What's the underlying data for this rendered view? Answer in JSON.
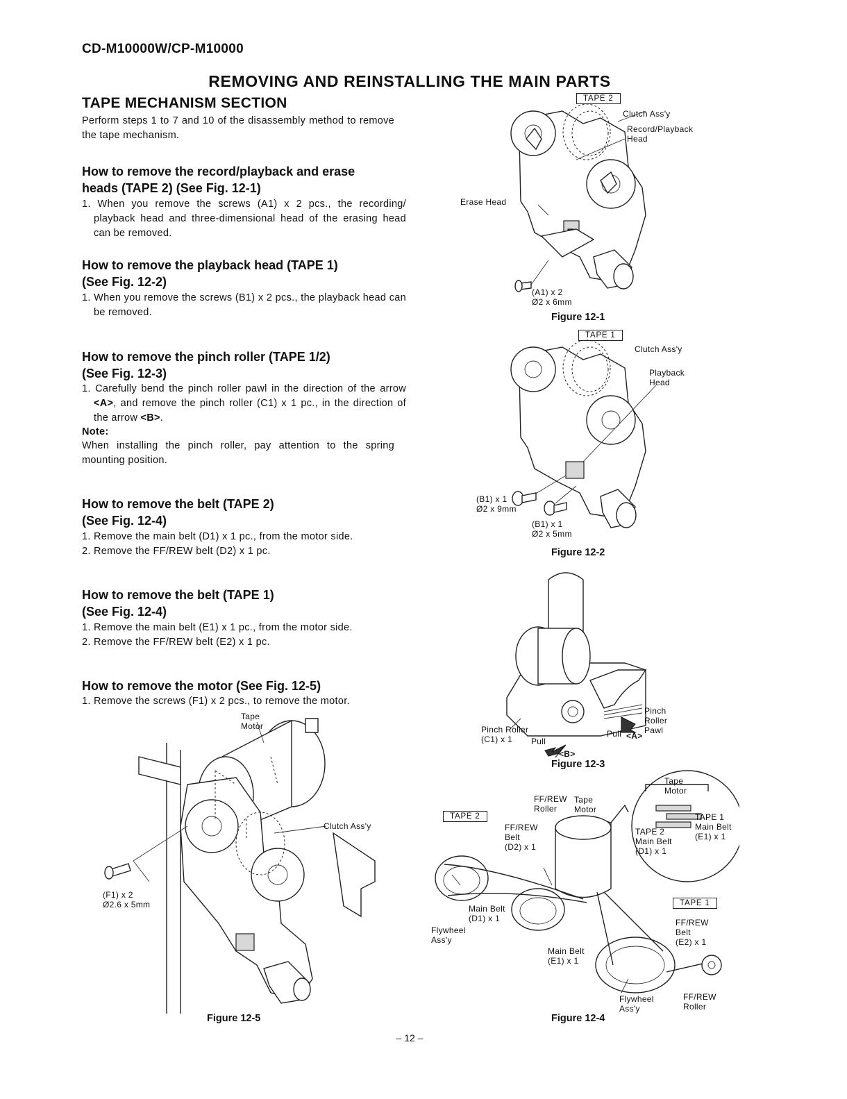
{
  "header": {
    "model": "CD-M10000W/CP-M10000",
    "title": "REMOVING AND REINSTALLING THE MAIN PARTS",
    "section": "TAPE MECHANISM SECTION"
  },
  "intro": "Perform steps 1 to 7 and 10 of the disassembly method to remove the tape mechanism.",
  "procedures": [
    {
      "heading_1": "How to remove the record/playback and erase",
      "heading_2": "heads (TAPE 2) (See Fig. 12-1)",
      "step_1": "1. When you remove the screws  (A1) x 2 pcs., the recording/ playback head and three-dimensional head of the erasing head can be removed."
    },
    {
      "heading_1": "How to remove the playback head (TAPE 1)",
      "heading_2": "(See Fig. 12-2)",
      "step_1": "1. When you remove the screws  (B1) x 2 pcs., the playback head can be removed."
    },
    {
      "heading_1": "How to remove the pinch roller (TAPE 1/2)",
      "heading_2": "(See Fig. 12-3)",
      "step_1_a": "1. Carefully bend the pinch roller pawl in the direction of the arrow ",
      "step_1_b": "<A>",
      "step_1_c": ", and remove the pinch roller (C1) x 1 pc., in the direction of the arrow ",
      "step_1_d": "<B>",
      "step_1_e": ".",
      "note_label": "Note:",
      "note_text": "When installing the pinch roller, pay attention to the spring mounting position."
    },
    {
      "heading_1": "How to remove the belt (TAPE 2)",
      "heading_2": "(See Fig. 12-4)",
      "step_1": "1. Remove the main belt (D1) x 1 pc., from the motor side.",
      "step_2": "2. Remove the FF/REW belt (D2) x 1 pc."
    },
    {
      "heading_1": "How to remove the belt (TAPE 1)",
      "heading_2": "(See Fig. 12-4)",
      "step_1": "1. Remove the main belt (E1) x 1 pc., from the motor side.",
      "step_2": "2. Remove the FF/REW belt (E2) x 1 pc."
    },
    {
      "heading_1": "How to remove the motor (See Fig. 12-5)",
      "step_1": "1. Remove the screws (F1) x 2 pcs., to remove the motor."
    }
  ],
  "figures": {
    "fig1": {
      "caption": "Figure 12-1",
      "tape": "TAPE 2",
      "clutch": "Clutch Ass'y",
      "head_1": "Record/Playback",
      "head_2": "Head",
      "erase": "Erase Head",
      "screw_1": "(A1) x 2",
      "screw_2": "Ø2 x 6mm"
    },
    "fig2": {
      "caption": "Figure 12-2",
      "tape": "TAPE 1",
      "clutch": "Clutch Ass'y",
      "head_1": "Playback",
      "head_2": "Head",
      "screw_a1": "(B1) x 1",
      "screw_a2": "Ø2 x 9mm",
      "screw_b1": "(B1) x 1",
      "screw_b2": "Ø2 x 5mm"
    },
    "fig3": {
      "caption": "Figure 12-3",
      "pawl_1": "Pinch",
      "pawl_2": "Roller",
      "pawl_3": "Pawl",
      "roller_1": "Pinch Roller",
      "roller_2": "(C1) x 1",
      "pull_a": "Pull",
      "arrow_a": "<A>",
      "pull_b": "Pull",
      "arrow_b": "<B>"
    },
    "fig4": {
      "caption": "Figure 12-4",
      "tape2": "TAPE 2",
      "tape1": "TAPE 1",
      "tape_motor_1": "Tape",
      "tape_motor_2": "Motor",
      "ffrew_roller_top_1": "FF/REW",
      "ffrew_roller_top_2": "Roller",
      "ffrew_belt_d_1": "FF/REW",
      "ffrew_belt_d_2": "Belt",
      "ffrew_belt_d_3": "(D2) x 1",
      "main_belt_d_1": "Main Belt",
      "main_belt_d_2": "(D1) x 1",
      "flywheel_left_1": "Flywheel",
      "flywheel_left_2": "Ass'y",
      "main_belt_e_1": "Main Belt",
      "main_belt_e_2": "(E1) x 1",
      "ffrew_belt_e_1": "FF/REW",
      "ffrew_belt_e_2": "Belt",
      "ffrew_belt_e_3": "(E2) x 1",
      "flywheel_right_1": "Flywheel",
      "flywheel_right_2": "Ass'y",
      "ffrew_roller_bottom_1": "FF/REW",
      "ffrew_roller_bottom_2": "Roller",
      "detail_motor_1": "Tape",
      "detail_motor_2": "Motor",
      "detail_tape2_1": "TAPE 2",
      "detail_tape2_2": "Main Belt",
      "detail_tape2_3": "(D1) x 1",
      "detail_tape1_1": "TAPE 1",
      "detail_tape1_2": "Main Belt",
      "detail_tape1_3": "(E1) x 1"
    },
    "fig5": {
      "caption": "Figure 12-5",
      "motor_1": "Tape",
      "motor_2": "Motor",
      "clutch": "Clutch Ass'y",
      "screw_1": "(F1) x 2",
      "screw_2": "Ø2.6 x 5mm"
    }
  },
  "page_number": "– 12 –"
}
